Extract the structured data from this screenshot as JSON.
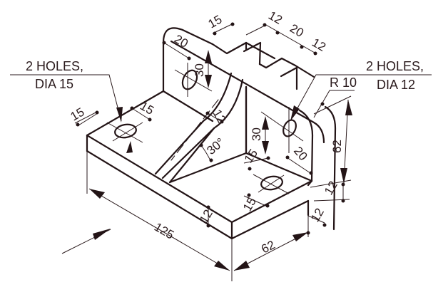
{
  "drawing": {
    "type": "isometric-engineering-drawing",
    "line_color": "#231416",
    "background": "#ffffff"
  },
  "notes": {
    "left_note_line1": "2 HOLES,",
    "left_note_line2": "DIA 15",
    "right_note_line1": "2 HOLES,",
    "right_note_line2": "DIA 12",
    "radius_note": "R 10"
  },
  "dimensions": {
    "base_length": "125",
    "base_width": "62",
    "base_thickness": "12",
    "base_thickness_right": "12",
    "wall_thickness_bottom": "12",
    "wall_height": "62",
    "left_hole_offset_x": "15",
    "left_hole_offset_y": "15",
    "base_right_hole_offset_front": "15",
    "base_right_hole_offset_back": "15",
    "wall_top_slot_left": "15",
    "wall_top_slot_width1": "12",
    "wall_top_slot_gap": "20",
    "wall_top_slot_width2": "12",
    "wall_left_hole_offset": "20",
    "wall_left_hole_height": "30",
    "wall_right_hole_height": "30",
    "wall_right_hole_offset": "20",
    "rib_thickness": "12",
    "rib_angle": "30°"
  }
}
